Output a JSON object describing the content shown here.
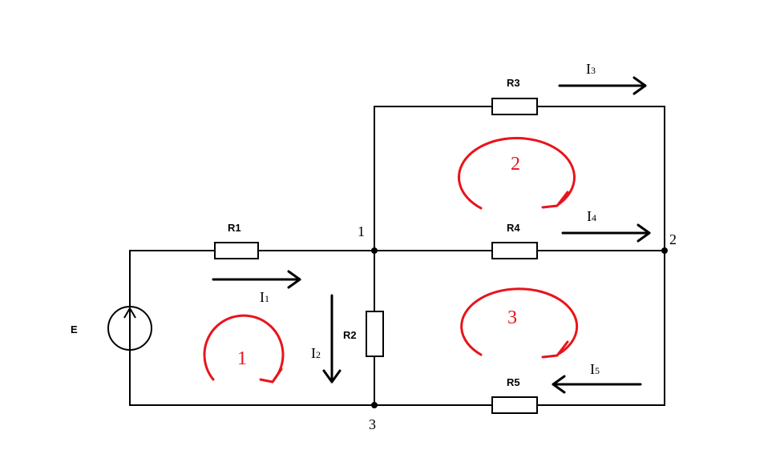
{
  "source": {
    "label": "E"
  },
  "resistors": {
    "r1": "R1",
    "r2": "R2",
    "r3": "R3",
    "r4": "R4",
    "r5": "R5"
  },
  "nodes": {
    "n1": "1",
    "n2": "2",
    "n3": "3"
  },
  "currents": {
    "i1": {
      "letter": "I",
      "sub": "1"
    },
    "i2": {
      "letter": "I",
      "sub": "2"
    },
    "i3": {
      "letter": "I",
      "sub": "3"
    },
    "i4": {
      "letter": "I",
      "sub": "4"
    },
    "i5": {
      "letter": "I",
      "sub": "5"
    }
  },
  "loops": {
    "l1": "1",
    "l2": "2",
    "l3": "3"
  },
  "colors": {
    "wire": "#000000",
    "loop": "#e8141b"
  }
}
